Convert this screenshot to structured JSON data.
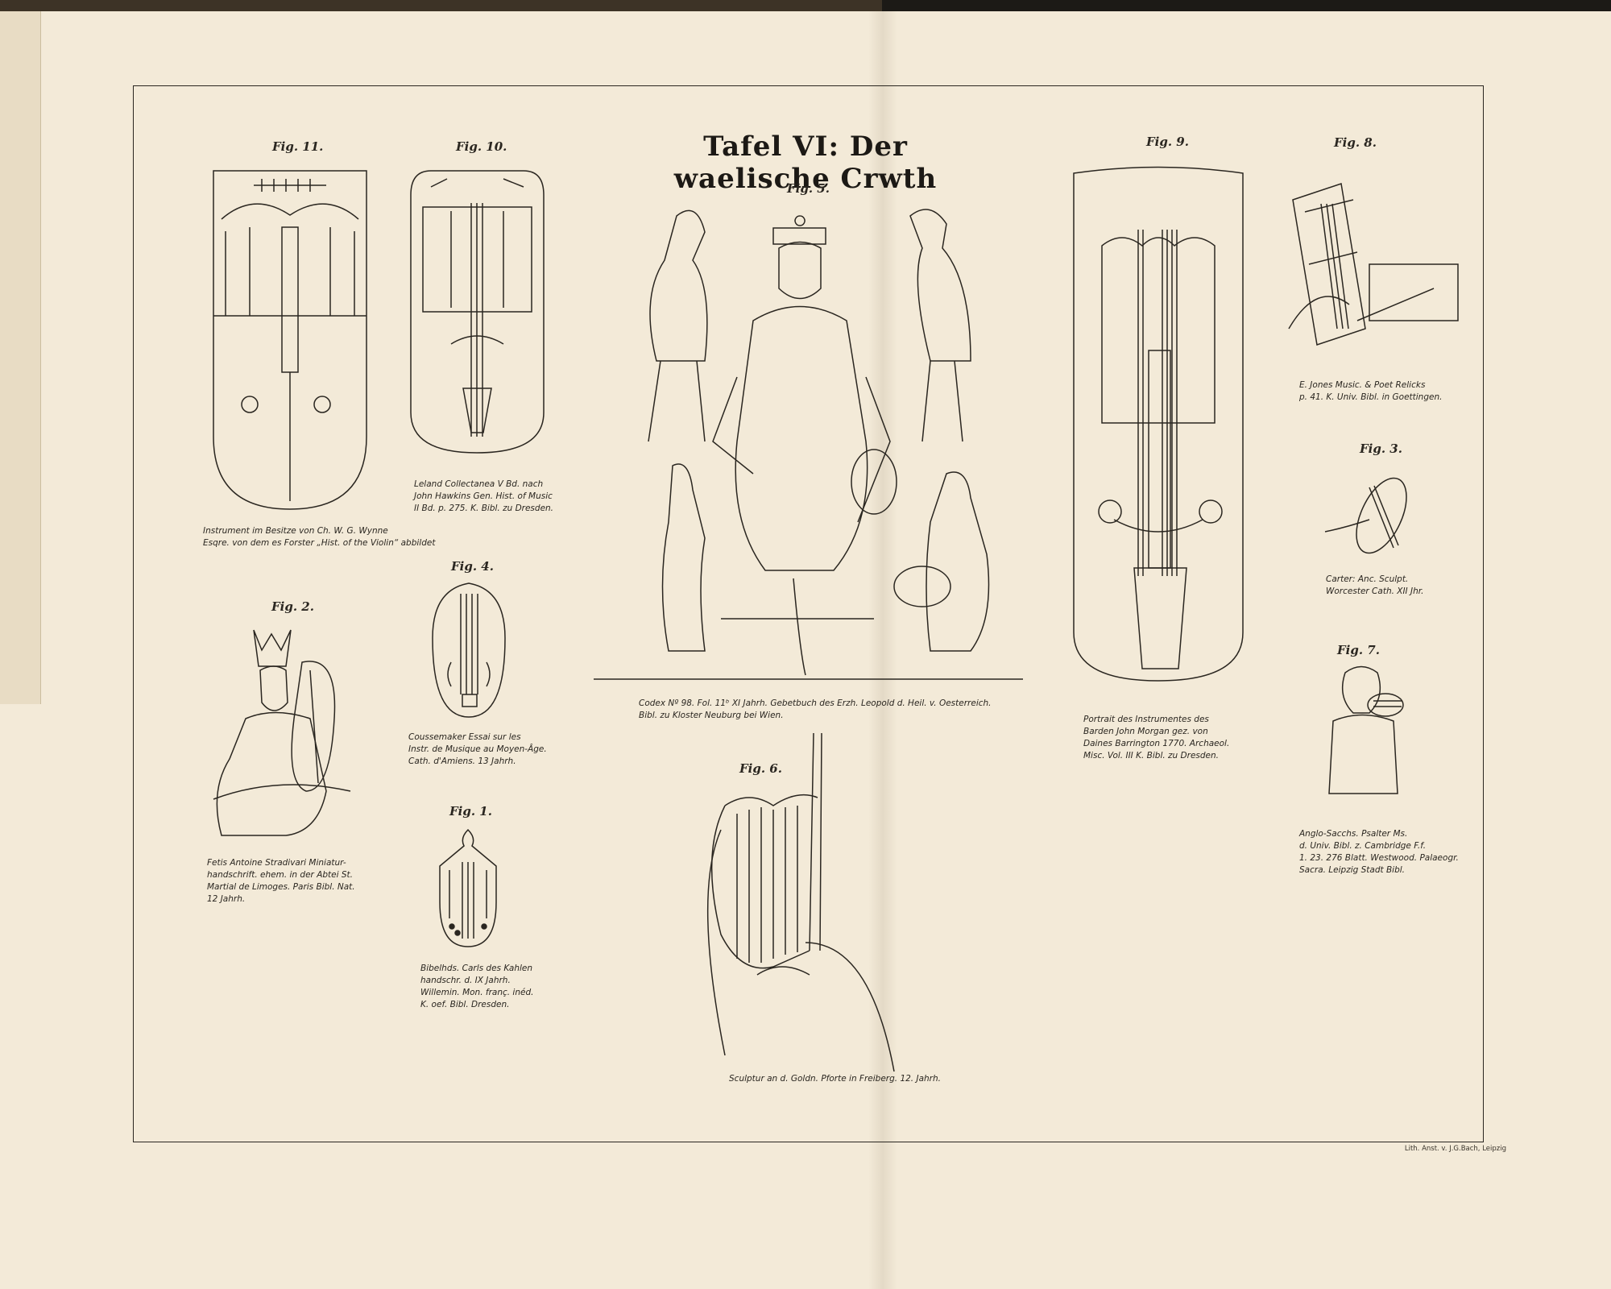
{
  "plate": {
    "title": "Tafel VI: Der waelische Crwth",
    "lithographer": "Lith. Anst. v. J.G.Bach, Leipzig"
  },
  "figures": [
    {
      "id": "fig11",
      "label": "Fig. 11.",
      "caption": "Instrument im Besitze von Ch. W. G. Wynne\nEsqre. von dem es Forster „Hist. of the Violin“ abbildet"
    },
    {
      "id": "fig10",
      "label": "Fig. 10.",
      "caption": "Leland Collectanea V Bd. nach\nJohn Hawkins Gen. Hist. of Music\nII Bd. p. 275. K. Bibl. zu Dresden."
    },
    {
      "id": "fig5",
      "label": "Fig. 5.",
      "caption": "Codex Nº 98. Fol. 11ᵇ XI Jahrh. Gebetbuch des Erzh. Leopold d. Heil. v. Oesterreich.\nBibl. zu Kloster Neuburg bei Wien."
    },
    {
      "id": "fig9",
      "label": "Fig. 9.",
      "caption": "Portrait des Instrumentes des\nBarden John Morgan gez. von\nDaines Barrington 1770. Archaeol.\nMisc. Vol. III K. Bibl. zu Dresden."
    },
    {
      "id": "fig8",
      "label": "Fig. 8.",
      "caption": "E. Jones Music. & Poet Relicks\np. 41. K. Univ. Bibl. in Goettingen."
    },
    {
      "id": "fig3",
      "label": "Fig. 3.",
      "caption": "Carter: Anc. Sculpt.\nWorcester Cath. XII Jhr."
    },
    {
      "id": "fig4",
      "label": "Fig. 4.",
      "caption": "Coussemaker Essai sur les\nInstr. de Musique au Moyen-Âge.\nCath. d'Amiens. 13 Jahrh."
    },
    {
      "id": "fig2",
      "label": "Fig. 2.",
      "caption": "Fetis Antoine Stradivari Miniatur-\nhandschrift. ehem. in der Abtei St.\nMartial de Limoges. Paris Bibl. Nat.\n12 Jahrh."
    },
    {
      "id": "fig7",
      "label": "Fig. 7.",
      "caption": "Anglo-Sacchs. Psalter Ms.\nd. Univ. Bibl. z. Cambridge F.f.\n1. 23. 276 Blatt. Westwood. Palaeogr.\nSacra. Leipzig Stadt Bibl."
    },
    {
      "id": "fig6",
      "label": "Fig. 6.",
      "caption": "Sculptur an d. Goldn. Pforte in Freiberg. 12. Jahrh."
    },
    {
      "id": "fig1",
      "label": "Fig. 1.",
      "caption": "Bibelhds. Carls des Kahlen\nhandschr. d. IX Jahrh.\nWillemin. Mon. franç. inéd.\nK. oef. Bibl. Dresden."
    }
  ]
}
